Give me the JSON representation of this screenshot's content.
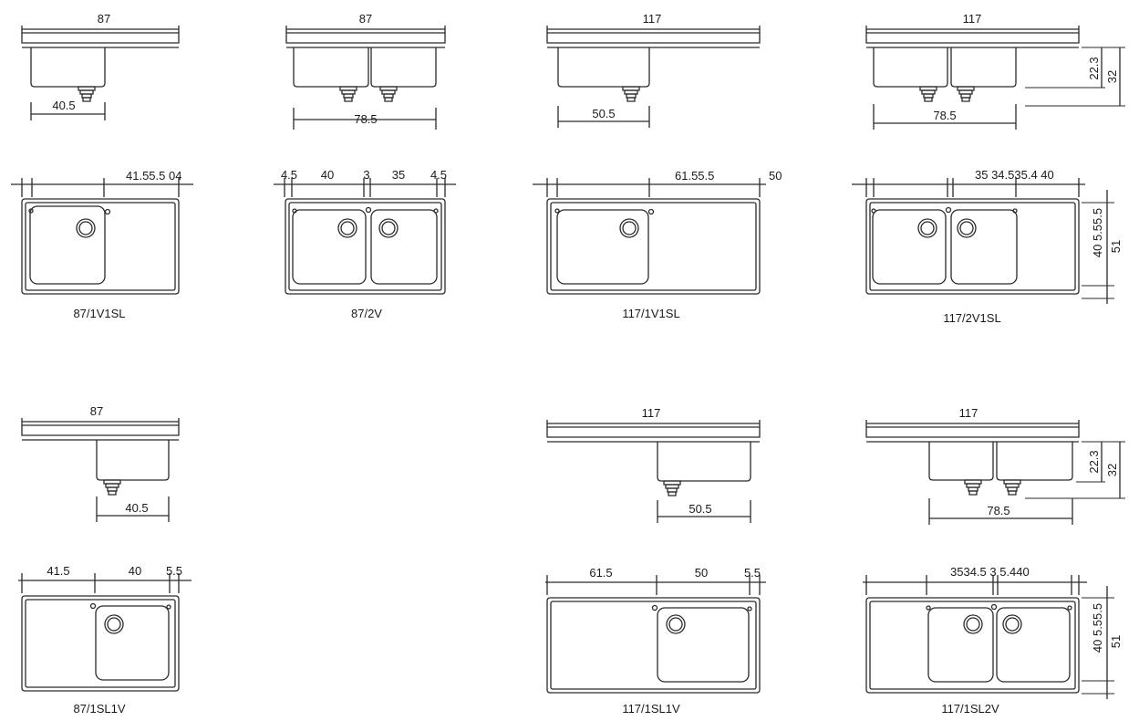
{
  "drawing": {
    "colors": {
      "ink": "#2a2a2a",
      "background": "#ffffff"
    },
    "sinks": [
      {
        "model": "87/1V1SL",
        "side": {
          "overall": "87",
          "bowl": "40.5"
        },
        "top": {
          "dims": [
            "41.55.5 04"
          ]
        }
      },
      {
        "model": "87/2V",
        "side": {
          "overall": "87",
          "bowl": "78.5"
        },
        "top": {
          "dims": [
            "4.5",
            "40",
            "3",
            "35",
            "4.5"
          ]
        }
      },
      {
        "model": "117/1V1SL",
        "side": {
          "overall": "117",
          "bowl": "50.5"
        },
        "top": {
          "dims": [
            "61.55.5",
            "50"
          ]
        }
      },
      {
        "model": "117/2V1SL",
        "side": {
          "overall": "117",
          "bowl": "78.5",
          "depth_inner": "22.3",
          "depth_outer": "32"
        },
        "top": {
          "dims": [
            "35 34.535.4 40"
          ],
          "width_small": "40 5.55.5",
          "width": "51"
        }
      },
      {
        "model": "87/1SL1V",
        "side": {
          "overall": "87",
          "bowl": "40.5"
        },
        "top": {
          "dims": [
            "41.5",
            "40",
            "5.5"
          ]
        }
      },
      {
        "model": "117/1SL1V",
        "side": {
          "overall": "117",
          "bowl": "50.5"
        },
        "top": {
          "dims": [
            "61.5",
            "50",
            "5.5"
          ]
        }
      },
      {
        "model": "117/1SL2V",
        "side": {
          "overall": "117",
          "bowl": "78.5",
          "depth_inner": "22.3",
          "depth_outer": "32"
        },
        "top": {
          "dims": [
            "3534.5 3 5.440"
          ],
          "width_small": "40 5.55.5",
          "width": "51"
        }
      }
    ]
  }
}
